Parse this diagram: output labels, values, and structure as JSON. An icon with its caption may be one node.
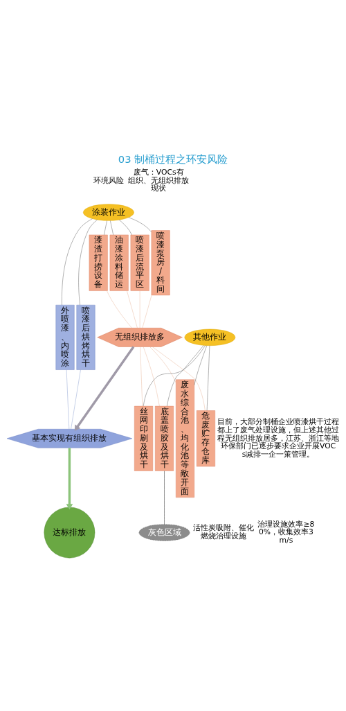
{
  "diagram": {
    "title": "03 制桶过程之环安风险",
    "nodes": [
      {
        "text": [
          "涂装作业"
        ]
      },
      {
        "text": [
          "外喷漆、内喷涂"
        ]
      },
      {
        "text": [
          "喷漆后烘烤烘干"
        ]
      },
      {
        "text": [
          "喷漆后流平区"
        ]
      },
      {
        "text": [
          "喷漆泵房/料间"
        ]
      },
      {
        "text": [
          "漆渣打捞设备"
        ]
      },
      {
        "text": [
          "油漆涂料储运"
        ]
      },
      {
        "text": [
          "基本实现有组织排放"
        ]
      },
      {
        "text": [
          "无组织排放多"
        ]
      },
      {
        "text": [
          "达标排放"
        ]
      },
      {
        "text": [
          "丝网印刷及烘干"
        ]
      },
      {
        "text": [
          "底盖喷胶及烘干"
        ]
      },
      {
        "text": [
          "废水综合池、均化池等敞开面"
        ]
      },
      {
        "text": [
          "危废贮存仓库"
        ]
      },
      {
        "text": [
          "灰色区域"
        ]
      },
      {
        "text": [
          "其他作业"
        ]
      }
    ],
    "edges": [
      {
        "from": 0,
        "to": 1,
        "arrow": "none",
        "color": "#606060"
      },
      {
        "from": 0,
        "to": 2,
        "arrow": "none",
        "color": "#606060"
      },
      {
        "from": 0,
        "to": 3,
        "arrow": "none",
        "color": "#606060"
      },
      {
        "from": 0,
        "to": 4,
        "arrow": "none",
        "color": "#606060"
      },
      {
        "from": 0,
        "to": 5,
        "arrow": "none",
        "color": "#606060"
      },
      {
        "from": 0,
        "to": 6,
        "arrow": "none",
        "color": "#606060"
      },
      {
        "from": 1,
        "to": 7,
        "arrow": "none",
        "color": "#8a9fd0"
      },
      {
        "from": 2,
        "to": 7,
        "arrow": "none",
        "color": "#8a9fd0"
      },
      {
        "from": 3,
        "to": 8,
        "arrow": "none",
        "color": "#e8b89c"
      },
      {
        "from": 4,
        "to": 8,
        "arrow": "none",
        "color": "#e8b89c"
      },
      {
        "from": 5,
        "to": 8,
        "arrow": "none",
        "color": "#e8b89c"
      },
      {
        "from": 6,
        "to": 8,
        "arrow": "none",
        "color": "#e8b89c"
      },
      {
        "from": 8,
        "to": 7,
        "arrow": "to",
        "style": "thick",
        "color": "#a09aa8"
      },
      {
        "from": 7,
        "to": 9,
        "arrow": "to",
        "style": "thick",
        "color": "#8cc47a"
      },
      {
        "from": 8,
        "to": 10,
        "arrow": "none",
        "color": "#e8b89c"
      },
      {
        "from": 8,
        "to": 11,
        "arrow": "none",
        "color": "#e8b89c"
      },
      {
        "from": 8,
        "to": 12,
        "arrow": "none",
        "color": "#e8b89c"
      },
      {
        "from": 8,
        "to": 13,
        "arrow": "none",
        "color": "#e8b89c"
      },
      {
        "from": 11,
        "to": 14,
        "arrow": "none",
        "color": "#202020"
      },
      {
        "from": 15,
        "to": 10,
        "arrow": "none",
        "color": "#606060"
      },
      {
        "from": 15,
        "to": 11,
        "arrow": "none",
        "color": "#606060"
      },
      {
        "from": 15,
        "to": 12,
        "arrow": "none",
        "color": "#606060"
      },
      {
        "from": 15,
        "to": 13,
        "arrow": "none",
        "color": "#606060"
      }
    ],
    "labels": [
      "环境风险",
      "废气：VOCs有组织、无组织排放现状",
      "活性炭吸附、催化燃烧治理设施",
      "治理设施效率≥80%，收集效率3m/s",
      "目前，大部分制桶企业喷漆烘干过程都上了废气处理设施，但上述其他过程无组织排放居多，江苏、浙江等地环保部门已逐步要求企业开展VOCs减排一企一策管理。"
    ]
  }
}
